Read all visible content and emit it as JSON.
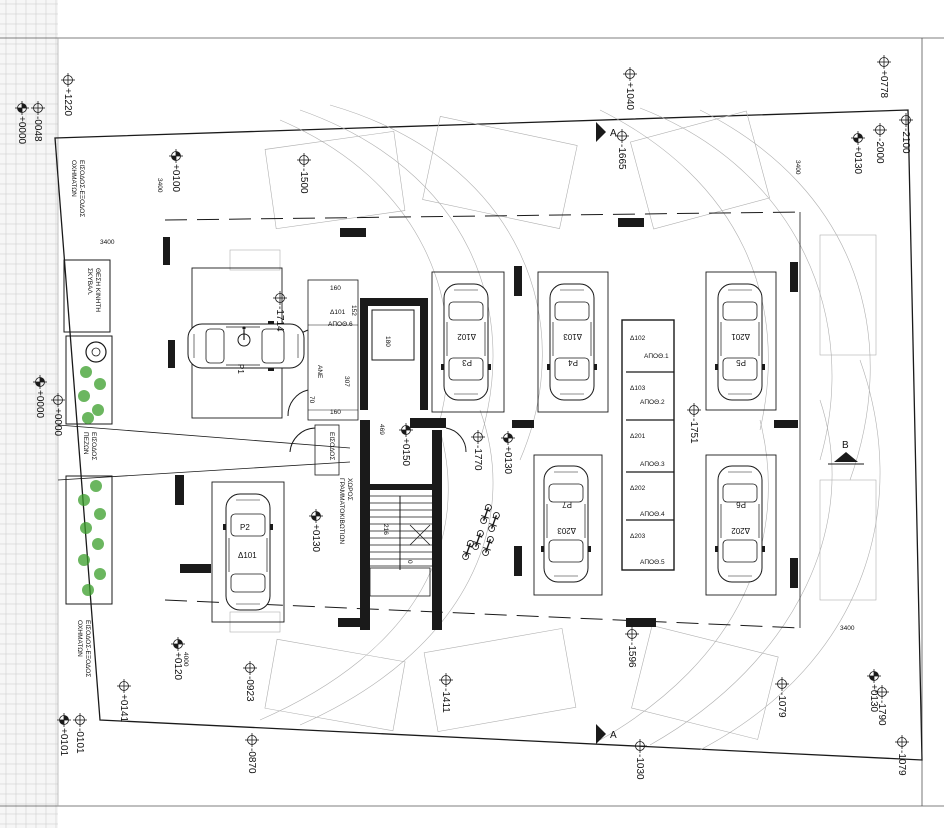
{
  "elevation_marks": [
    {
      "id": "e1",
      "label": "+1220"
    },
    {
      "id": "e2",
      "label": "+0000"
    },
    {
      "id": "e3",
      "label": "-0048"
    },
    {
      "id": "e4",
      "label": "+0100"
    },
    {
      "id": "e5",
      "label": "-1500"
    },
    {
      "id": "e6",
      "label": "+1040"
    },
    {
      "id": "e7",
      "label": "-1665"
    },
    {
      "id": "e8",
      "label": "+0778"
    },
    {
      "id": "e9",
      "label": "+0130"
    },
    {
      "id": "e10",
      "label": "-2000"
    },
    {
      "id": "e11",
      "label": "-2100"
    },
    {
      "id": "e12",
      "label": "-1714"
    },
    {
      "id": "e13",
      "label": "+0000"
    },
    {
      "id": "e14",
      "label": "+0000"
    },
    {
      "id": "e15",
      "label": "+0150"
    },
    {
      "id": "e16",
      "label": "-1770"
    },
    {
      "id": "e17",
      "label": "+0130"
    },
    {
      "id": "e18",
      "label": "-1751"
    },
    {
      "id": "e19",
      "label": "+0130"
    },
    {
      "id": "e20",
      "label": "+0120"
    },
    {
      "id": "e21",
      "label": "-0923"
    },
    {
      "id": "e22",
      "label": "+0141"
    },
    {
      "id": "e23",
      "label": "-1411"
    },
    {
      "id": "e24",
      "label": "-1596"
    },
    {
      "id": "e25",
      "label": "-1079"
    },
    {
      "id": "e26",
      "label": "+0130"
    },
    {
      "id": "e27",
      "label": "-1790"
    },
    {
      "id": "e28",
      "label": "+0101"
    },
    {
      "id": "e29",
      "label": "-0101"
    },
    {
      "id": "e30",
      "label": "-0870"
    },
    {
      "id": "e31",
      "label": "-1030"
    },
    {
      "id": "e32",
      "label": "-1079"
    }
  ],
  "dimensions": {
    "d_top_left": "3400",
    "d_left": "3400",
    "d_top_right": "3400",
    "d_bottom_right": "3400",
    "d_bottom_left": "4000",
    "d_stair_160a": "160",
    "d_stair_152": "152",
    "d_stair_160b": "160",
    "d_stair_307": "307",
    "d_stair_70": "70",
    "d_lift_180": "180",
    "d_469": "469",
    "d_216": "216",
    "d_stair_0": "0"
  },
  "labels": {
    "entrance_vehicles_top": [
      "ΕΙΣΟΔΟΣ-ΕΞΟΔΟΣ",
      "ΟΧΗΜΑΤΩΝ"
    ],
    "entrance_vehicles_bottom": [
      "ΕΙΣΟΔΟΣ-ΕΞΟΔΟΣ",
      "ΟΧΗΜΑΤΩΝ"
    ],
    "bin_position": [
      "ΘΕΣΗ ΚΙΝΗΤΗ",
      "ΣΚΥΒΑΛ."
    ],
    "pedestrian_entrance": [
      "ΕΙΣΟΔΟΣ",
      "ΠΕΖΩΝ"
    ],
    "entrance_small": "ΕΙΣΟΔΟΣ",
    "mailbox_area": [
      "ΧΩΡΟΣ",
      "ΓΡΑΜΜΑΤΟΚΙΒΩΤΙΩΝ"
    ],
    "elevator_tag": "ΑΝΕ",
    "section_a_top": "A",
    "section_a_bottom": "A",
    "section_b": "B"
  },
  "parking": [
    {
      "id": "P1",
      "unit": ""
    },
    {
      "id": "P2",
      "unit": "Δ101"
    },
    {
      "id": "P3",
      "unit": "Δ102"
    },
    {
      "id": "P4",
      "unit": "Δ103"
    },
    {
      "id": "P5",
      "unit": "Δ201"
    },
    {
      "id": "P6",
      "unit": "Δ202"
    },
    {
      "id": "P7",
      "unit": "Δ203"
    }
  ],
  "storage_rooms": [
    {
      "unit": "Δ101",
      "code": "ΑΠΟΘ.6"
    },
    {
      "unit": "Δ102",
      "code": "ΑΠΟΘ.1"
    },
    {
      "unit": "Δ103",
      "code": "ΑΠΟΘ.2"
    },
    {
      "unit": "Δ201",
      "code": "ΑΠΟΘ.3"
    },
    {
      "unit": "Δ202",
      "code": "ΑΠΟΘ.4"
    },
    {
      "unit": "Δ203",
      "code": "ΑΠΟΘ.5"
    }
  ],
  "colors": {
    "ink": "#1a1a1a",
    "grey_lines": "#9a9a9a",
    "planting": "#3a9d2a"
  },
  "icons": [
    "elevation-target-icon",
    "section-arrow-icon",
    "car-icon",
    "wheelchair-icon",
    "bicycle-icon",
    "tree-icon"
  ]
}
